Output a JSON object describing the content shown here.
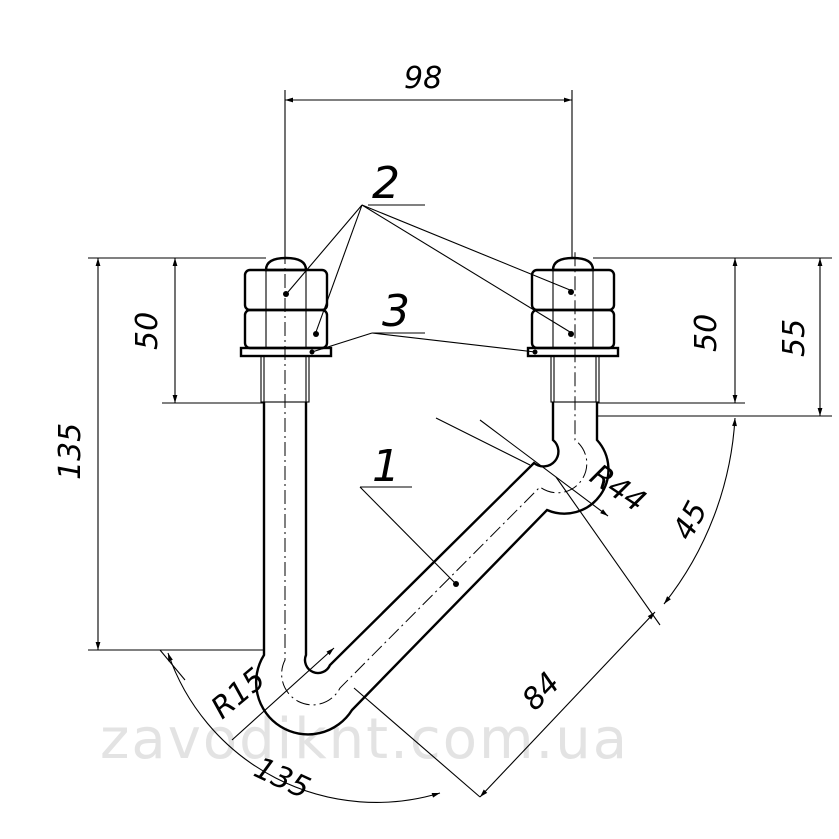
{
  "dimensions": {
    "top_width": "98",
    "left_height": "135",
    "left_nut": "50",
    "right_nut": "50",
    "right_total": "55",
    "bend_radius_large": "R44",
    "angle": "45",
    "leg_length": "84",
    "bend_radius_small": "R15",
    "bottom_arc": "135"
  },
  "positions": {
    "tube": "1",
    "nuts": "2",
    "washers": "3"
  },
  "watermark": "zavodiknt.com.ua"
}
